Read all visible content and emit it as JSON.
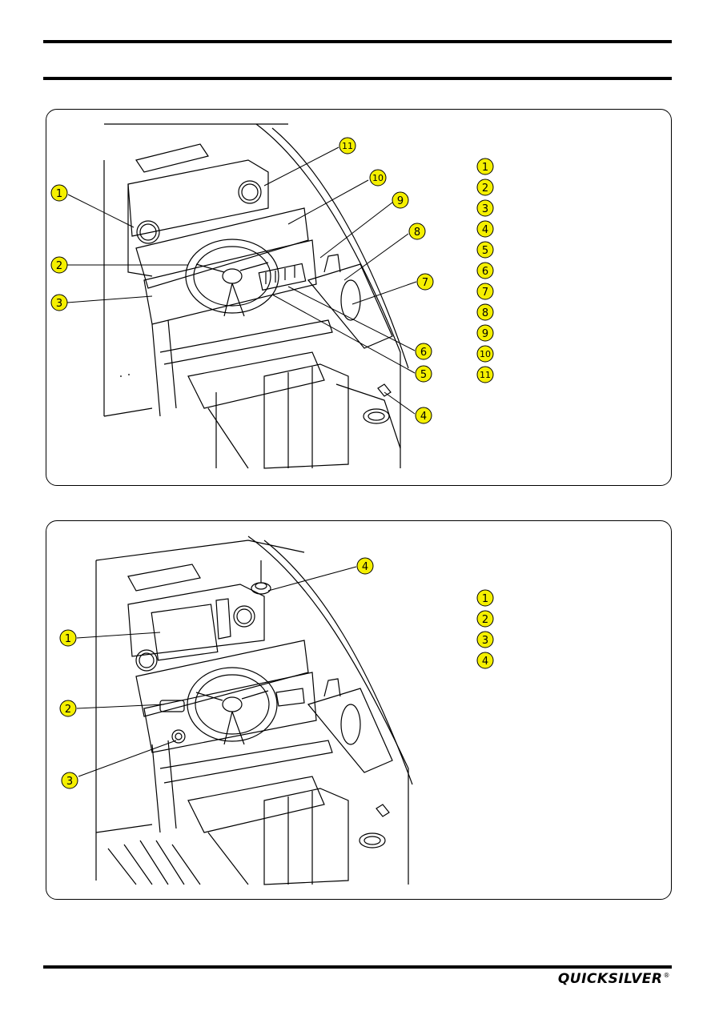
{
  "figure_1": {
    "callouts": [
      "1",
      "2",
      "3",
      "4",
      "5",
      "6",
      "7",
      "8",
      "9",
      "10",
      "11"
    ],
    "legend": [
      "1",
      "2",
      "3",
      "4",
      "5",
      "6",
      "7",
      "8",
      "9",
      "10",
      "11"
    ]
  },
  "figure_2": {
    "callouts": [
      "1",
      "2",
      "3",
      "4"
    ],
    "legend": [
      "1",
      "2",
      "3",
      "4"
    ]
  },
  "footer": {
    "brand": "QUICKSILVER",
    "registered": "®"
  },
  "colors": {
    "callout_fill": "#f5f000",
    "line": "#000000"
  }
}
